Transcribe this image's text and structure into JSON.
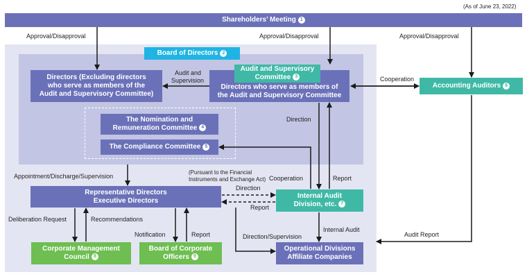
{
  "date_note": "(As of June 23, 2022)",
  "shareholders": {
    "label": "Shareholders’ Meeting",
    "num": "1"
  },
  "board": {
    "label": "Board of Directors",
    "num": "2"
  },
  "directors_excl": {
    "line1": "Directors (Excluding directors",
    "line2": "who serve as members of the",
    "line3": "Audit and Supervisory Committee)"
  },
  "asc": {
    "line1": "Audit and Supervisory",
    "line2": "Committee",
    "num": "3"
  },
  "directors_asc": {
    "line1": "Directors who serve as members of",
    "line2": "the Audit and Supervisory Committee"
  },
  "nomination": {
    "line1": "The Nomination and",
    "line2": "Remuneration Committee",
    "num": "4"
  },
  "compliance": {
    "label": "The Compliance Committee",
    "num": "5"
  },
  "auditors": {
    "label": "Accounting Auditors",
    "num": "6"
  },
  "rep": {
    "line1": "Representative Directors",
    "line2": "Executive Directors"
  },
  "internal_audit": {
    "line1": "Internal Audit",
    "line2": "Division, etc.",
    "num": "7"
  },
  "cmc": {
    "line1": "Corporate Management",
    "line2": "Council",
    "num": "8"
  },
  "boco": {
    "line1": "Board of Corporate",
    "line2": "Officers",
    "num": "9"
  },
  "opdiv": {
    "line1": "Operational Divisions",
    "line2": "Affiliate Companies"
  },
  "labels": {
    "approval1": "Approval/Disapproval",
    "approval2": "Approval/Disapproval",
    "approval3": "Approval/Disapproval",
    "audit_sup1": "Audit and",
    "audit_sup2": "Supervision",
    "cooperation1": "Cooperation",
    "direction1": "Direction",
    "appointment": "Appointment/Discharge/Supervision",
    "fin1": "(Pursuant to the Financial",
    "fin2": "Instruments and Exchange Act)",
    "direction2": "Direction",
    "report1": "Report",
    "cooperation2": "Cooperation",
    "report2": "Report",
    "delib": "Deliberation Request",
    "recommend": "Recommendations",
    "notification": "Notification",
    "report3": "Report",
    "dirsup": "Direction/Supervision",
    "internal_audit": "Internal Audit",
    "audit_report": "Audit Report"
  },
  "colors": {
    "purple": "#6b71b8",
    "teal": "#3fb9a6",
    "green": "#6ebe52",
    "cyan": "#1fb4e3",
    "outer_bg": "#e4e5f3",
    "board_bg": "#c2c5e3"
  }
}
